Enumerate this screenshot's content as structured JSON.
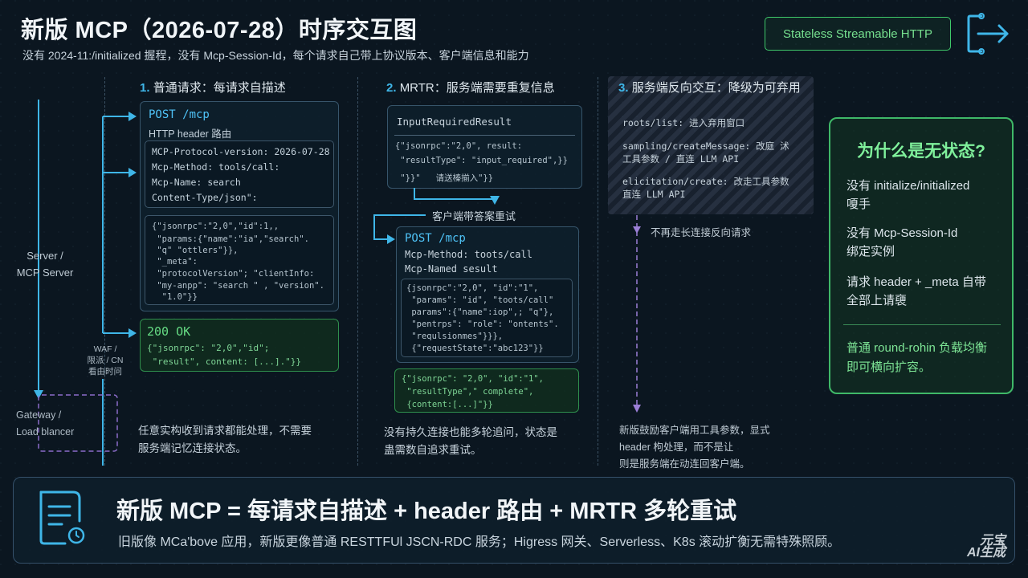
{
  "header": {
    "title": "新版 MCP（2026-07-28）时序交互图",
    "subtitle": "没有 2024-11:/initialized 握程，没有 Mcp-Session-Id，每个请求自己带上协议版本、客户端信息和能力",
    "badge": "Stateless Streamable HTTP"
  },
  "left_lane": {
    "server_line1": "Server /",
    "server_line2": "MCP Server",
    "waf_line1": "WAF /",
    "waf_line2": "限派 / CN",
    "waf_line3": "看由时问",
    "gateway_line1": "Gateway /",
    "gateway_line2": "Load blancer"
  },
  "section1": {
    "num": "1.",
    "title": "普通请求：每请求自描述",
    "req_title": "POST /mcp",
    "req_sub": "HTTP header 路由",
    "headers": [
      "MCP-Protocol-version: 2026-07-28",
      "Mcp-Method: tools/call:",
      "Mcp-Name: search",
      "Content-Type/json\":"
    ],
    "body": [
      "{\"jsonrpc\":\"2,0\",\"id\":1,,",
      " \"params:{\"name\":\"ia\",\"search\".",
      " \"q\" \"ottlers\"}},",
      " \"_meta\":",
      " \"protocolVersion\"; \"clientInfo:",
      " \"my-anpp\": \"search \" , \"version\".",
      "  \"1.0\"}}"
    ],
    "resp_title": "200 OK",
    "resp_body": [
      "{\"jsonrpc\": \"2,0\",\"id\";",
      " \"result\", content: [...].\"}}"
    ],
    "note_line1": "任意实构收到请求都能处理，不需要",
    "note_line2": "服务端记忆连接状态。"
  },
  "section2": {
    "num": "2.",
    "title": "MRTR：服务端需要重复信息",
    "ir_title": "InputRequiredResult",
    "ir_body": [
      "{\"jsonrpc\":\"2,0\", result:",
      " \"resultType\": \"input_required\",}}",
      " \"}}\"   请送榛揃入\"}}"
    ],
    "retry_label": "客户端带答案重试",
    "req_title": "POST /mcp",
    "req_line1": "Mcp-Method:  toots/call",
    "req_line2": "Mcp-Named sesult",
    "body": [
      "{jsonrpc\":\"2,0\", \"id\":\"1\",",
      " \"params\": \"id\", \"toots/call\"",
      " params\":{\"name\":iop\",; \"q\"},",
      " \"pentrps\": \"role\": \"ontents\".",
      " \"requlsionmes\"}}},",
      " {\"requestState\":\"abc123\"}}"
    ],
    "resp_body": [
      "{\"jsonrpc\": \"2,0\", \"id\":\"1\",",
      " \"resultType\",\" complete\",",
      " {content:[...]\"}}"
    ],
    "note_line1": "没有持久连接也能多轮追问，状态是",
    "note_line2": "蛊需数自追求重试。"
  },
  "section3": {
    "num": "3.",
    "title": "服务端反向交互：降级为可弃用",
    "items": [
      "roots/list: 进入弃用窗口",
      "sampling/createMessage: 改庭  沭",
      "工具参数 / 直连 LLM API",
      "elicitation/create: 改走工具参数",
      "直连 LLM API"
    ],
    "arrow_label": "不再走长连接反向请求",
    "note_line1": "新版鼓励客户端用工具参数，显式",
    "note_line2": "header 枸处理，而不是让",
    "note_line3": "则是服务端在动连回客户端。"
  },
  "why": {
    "title": "为什么是无状态?",
    "item1_line1": "没有 initialize/initialized",
    "item1_line2": "嗄手",
    "item2_line1": "没有 Mcp-Session-Id",
    "item2_line2": "绑定实例",
    "item3_line1": "请求 header + _meta 自带",
    "item3_line2": "全部上请褏",
    "foot_line1": "普通 round-rohin 负载均衡",
    "foot_line2": "即可横向扩容。"
  },
  "summary": {
    "title": "新版 MCP = 每请求自描述 + header 路由 + MRTR 多轮重试",
    "desc": "旧版像 MCa'bove 应用，新版更像普通 RESTTFUl JSCN-RDC 服务；Higress 网关、Serverless、K8s 滚动扩衡无需特殊照顾。"
  },
  "watermark": {
    "line1": "元宝",
    "line2": "AI生成"
  },
  "colors": {
    "accent_blue": "#4fc3f7",
    "accent_green": "#3fc96a",
    "accent_purple": "#9b7fd6",
    "background": "#0b1620"
  },
  "icons": [
    "exit-arrow-icon",
    "document-clock-icon"
  ]
}
